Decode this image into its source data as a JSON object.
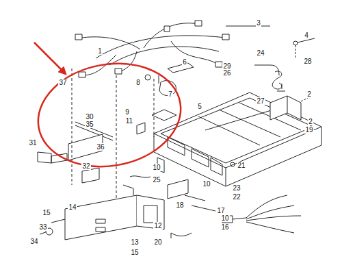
{
  "diagram": {
    "labels": [
      "3",
      "4",
      "1",
      "24",
      "28",
      "6",
      "29",
      "26",
      "37",
      "8",
      "7",
      "2",
      "27",
      "5",
      "9",
      "2",
      "19",
      "30",
      "35",
      "11",
      "31",
      "36",
      "32",
      "21",
      "10",
      "25",
      "10",
      "23",
      "22",
      "14",
      "18",
      "17",
      "15",
      "10",
      "16",
      "33",
      "12",
      "34",
      "13",
      "20",
      "15"
    ]
  }
}
